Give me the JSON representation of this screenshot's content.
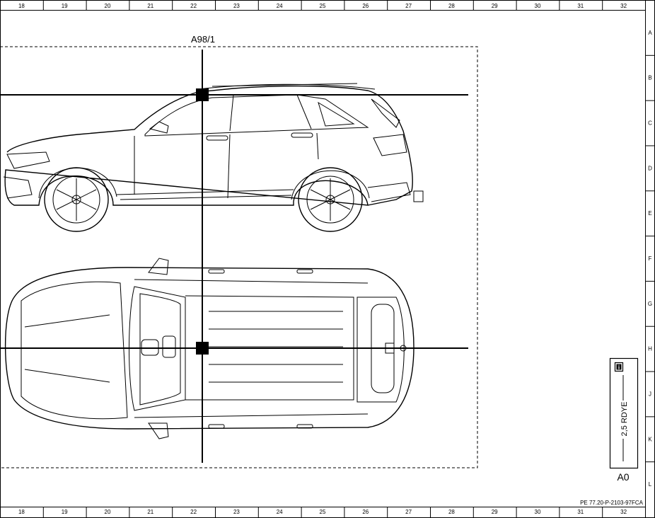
{
  "grid": {
    "columns": [
      "18",
      "19",
      "20",
      "21",
      "22",
      "23",
      "24",
      "25",
      "26",
      "27",
      "28",
      "29",
      "30",
      "31",
      "32"
    ],
    "rows": [
      "A",
      "B",
      "C",
      "D",
      "E",
      "F",
      "G",
      "H",
      "J",
      "K",
      "L"
    ]
  },
  "component": {
    "label": "A98/1"
  },
  "legend": {
    "info_icon": "info-icon",
    "wire": "2,5 RDYE",
    "location": "A0"
  },
  "document_code": "PE 77.20-P-2103-97FCA"
}
